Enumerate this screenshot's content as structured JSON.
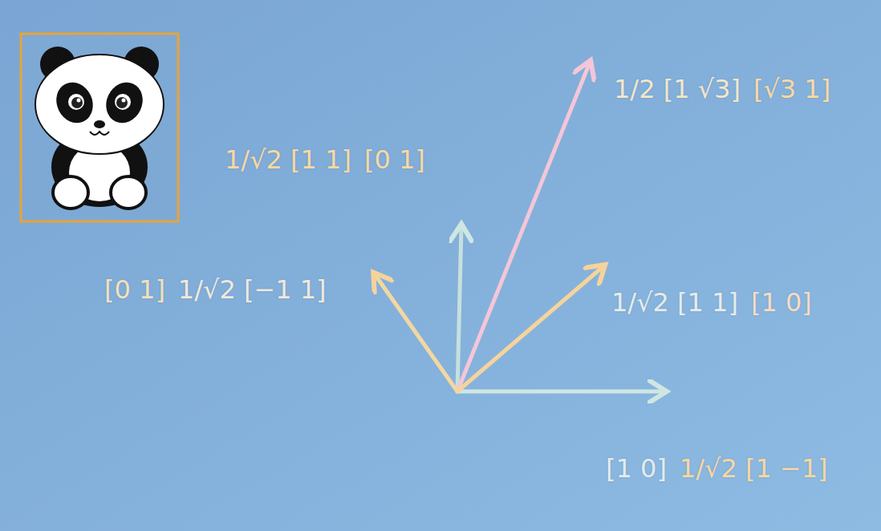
{
  "diagram": {
    "labels": [
      "1/2 [1 √3]",
      "[√3 1]",
      "1/√2 [1 1]",
      "[0 1]",
      "[0 1]",
      "1/√2 [−1 1]",
      "1/√2 [1 1]",
      "[1 0]",
      "[1 0]",
      "1/√2 [1 −1]"
    ]
  }
}
